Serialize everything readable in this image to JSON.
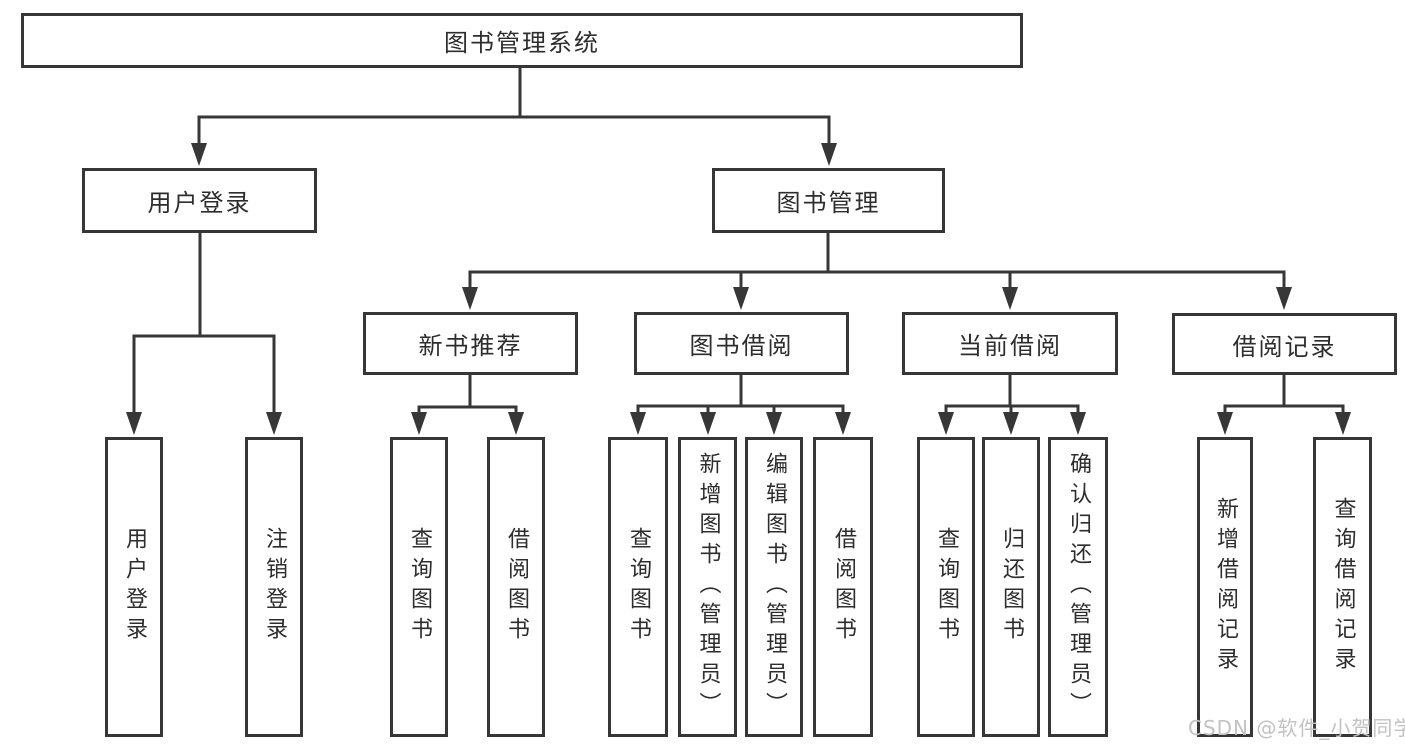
{
  "tree": {
    "root": {
      "label": "图书管理系统",
      "children": [
        {
          "label": "用户登录",
          "children": [
            {
              "label": "用户登录"
            },
            {
              "label": "注销登录"
            }
          ]
        },
        {
          "label": "图书管理",
          "children": [
            {
              "label": "新书推荐",
              "children": [
                {
                  "label": "查询图书"
                },
                {
                  "label": "借阅图书"
                }
              ]
            },
            {
              "label": "图书借阅",
              "children": [
                {
                  "label": "查询图书"
                },
                {
                  "label": "新增图书（管理员）"
                },
                {
                  "label": "编辑图书（管理员）"
                },
                {
                  "label": "借阅图书"
                }
              ]
            },
            {
              "label": "当前借阅",
              "children": [
                {
                  "label": "查询图书"
                },
                {
                  "label": "归还图书"
                },
                {
                  "label": "确认归还（管理员）"
                }
              ]
            },
            {
              "label": "借阅记录",
              "children": [
                {
                  "label": "新增借阅记录"
                },
                {
                  "label": "查询借阅记录"
                }
              ]
            }
          ]
        }
      ]
    }
  },
  "watermark": {
    "text": "CSDN @软件_小贺同学"
  },
  "colors": {
    "line": "#373737",
    "box_border": "#363636",
    "text": "#2d2d2d",
    "watermark": "#c2c2c2",
    "background": "#ffffff"
  }
}
